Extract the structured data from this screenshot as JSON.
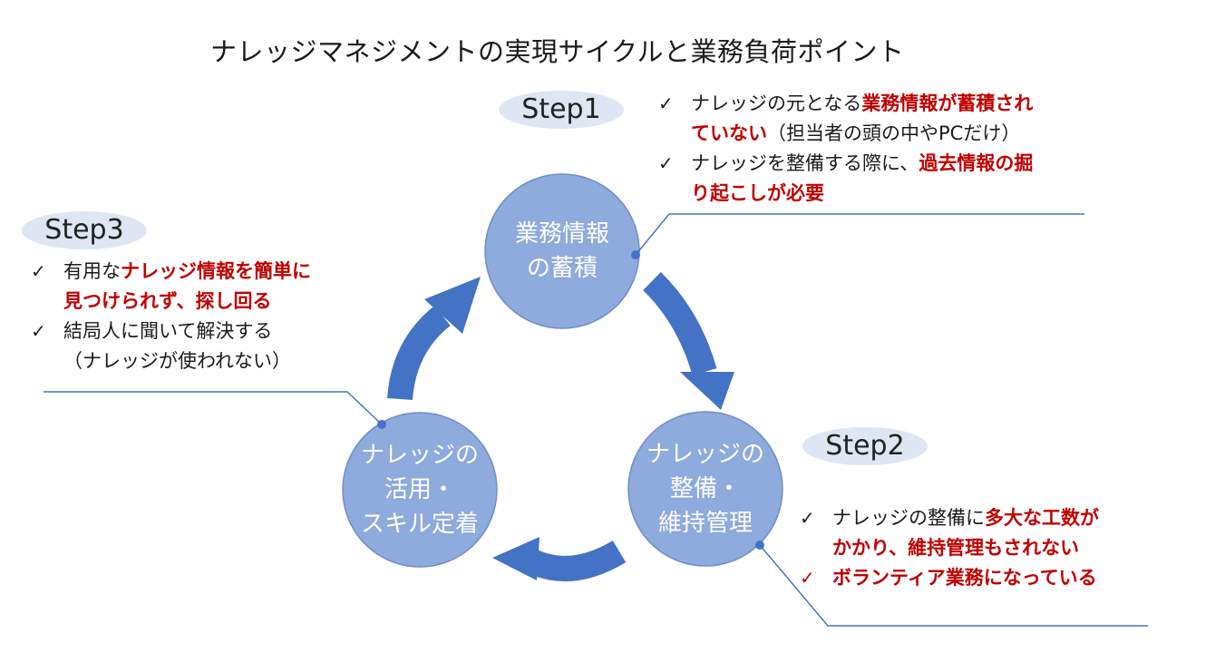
{
  "title": "ナレッジマネジメントの実現サイクルと業務負荷ポイント",
  "colors": {
    "circle": "#8faadc",
    "arrow": "#4472c4",
    "leader": "#4472c4",
    "emphasis": "#c00000",
    "step_tag": "#dde6f2"
  },
  "nodes": {
    "accumulate": {
      "lines": [
        "業務情報",
        "の蓄積"
      ]
    },
    "maintain": {
      "lines": [
        "ナレッジの",
        "整備・",
        "維持管理"
      ]
    },
    "utilize": {
      "lines": [
        "ナレッジの",
        "活用・",
        "スキル定着"
      ]
    }
  },
  "step1": {
    "label": "Step1",
    "items": [
      {
        "check": "✓",
        "lines": [
          {
            "plain": "ナレッジの元となる",
            "red": "業務情報が蓄積され"
          },
          {
            "red": "ていない",
            "plain": "（担当者の頭の中やPCだけ）"
          }
        ]
      },
      {
        "check": "✓",
        "lines": [
          {
            "plain": "ナレッジを整備する際に、",
            "red": "過去情報の掘"
          },
          {
            "red": "り起こしが必要"
          }
        ]
      }
    ]
  },
  "step2": {
    "label": "Step2",
    "items": [
      {
        "check": "✓",
        "lines": [
          {
            "plain": "ナレッジの整備に",
            "red": "多大な工数が"
          },
          {
            "red": "かかり、維持管理もされない"
          }
        ]
      },
      {
        "check": "✓",
        "check_color": "red",
        "lines": [
          {
            "red": "ボランティア業務になっている"
          }
        ]
      }
    ]
  },
  "step3": {
    "label": "Step3",
    "items": [
      {
        "check": "✓",
        "lines": [
          {
            "plain": "有用な",
            "red": "ナレッジ情報を簡単に"
          },
          {
            "red": "見つけられず、探し回る"
          }
        ]
      },
      {
        "check": "✓",
        "lines": [
          {
            "plain": "結局人に聞いて解決する"
          },
          {
            "plain": "（ナレッジが使われない）"
          }
        ]
      }
    ]
  }
}
